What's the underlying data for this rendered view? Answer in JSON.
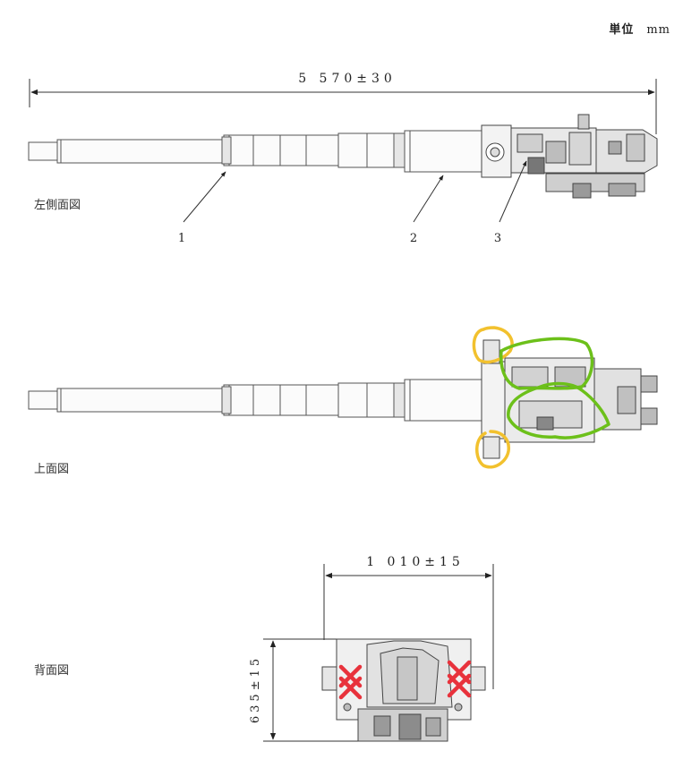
{
  "unit": {
    "label": "単位",
    "value": "mm"
  },
  "views": {
    "left": "左側面図",
    "top": "上面図",
    "rear": "背面図"
  },
  "dimensions": {
    "length": "5 570±30",
    "width": "1 010±15",
    "height": "635±15"
  },
  "callouts": [
    "1",
    "2",
    "3"
  ],
  "annotation_colors": {
    "yellow": "#f2c12e",
    "green": "#6cc01a",
    "red": "#e8323c"
  }
}
